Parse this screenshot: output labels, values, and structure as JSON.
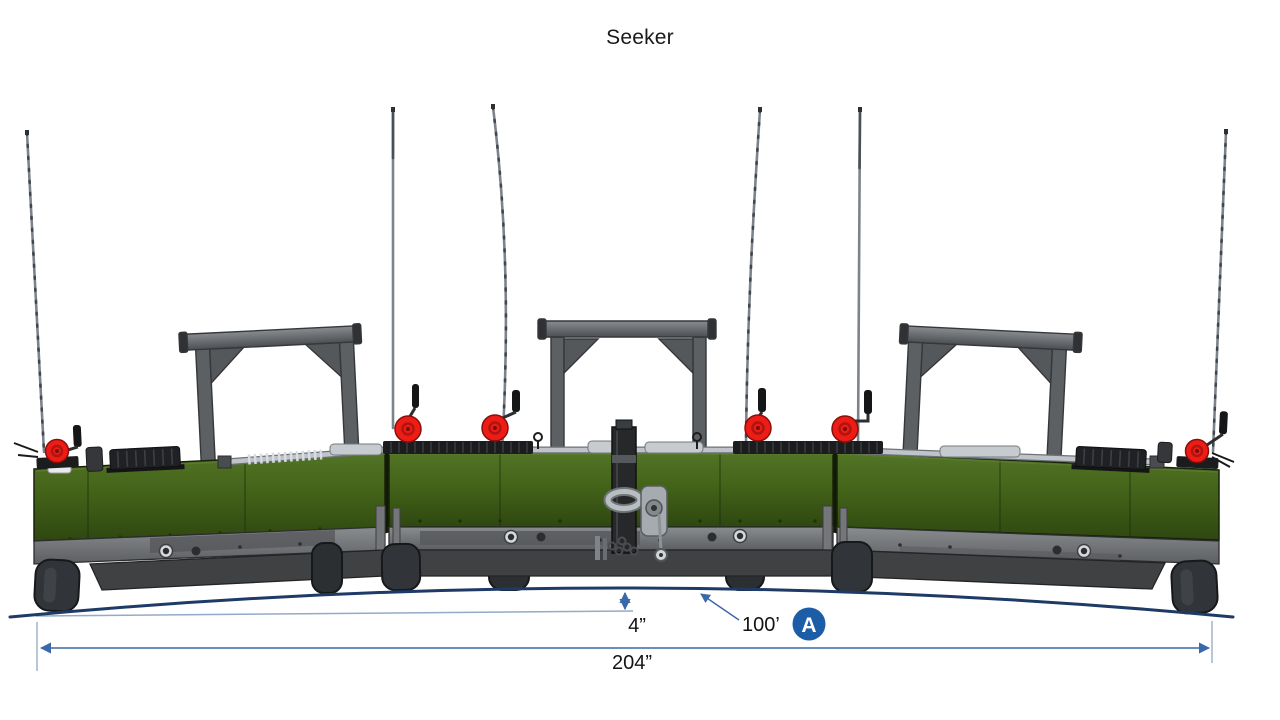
{
  "title": "Seeker",
  "annotations": {
    "center_height_label": "4”",
    "ground_radius_label": "100’",
    "callout_letter": "A",
    "overall_width_label": "204”"
  },
  "colors": {
    "panel_green": "#44631a",
    "frame_gray": "#77797c",
    "skirt_gray": "#434548",
    "knob_red": "#ed1c16",
    "annotation_blue": "#3a68a8",
    "ground_curve_navy": "#1e3a66",
    "callout_badge_blue": "#1d5da8",
    "background": "#ffffff"
  },
  "machine": {
    "sections": 3,
    "antenna_count": 6,
    "roll_bar_count": 3,
    "wheel_count": 7,
    "red_knob_count": 6
  }
}
